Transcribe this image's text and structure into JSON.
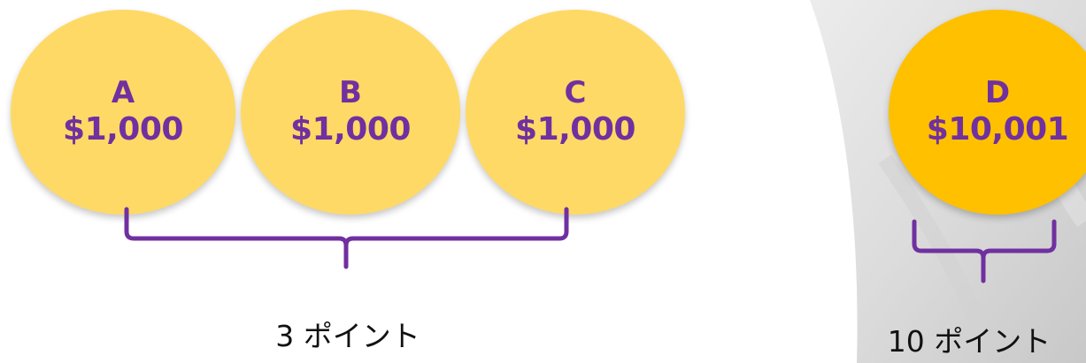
{
  "coins": [
    {
      "letter": "A",
      "amount": "$1,000"
    },
    {
      "letter": "B",
      "amount": "$1,000"
    },
    {
      "letter": "C",
      "amount": "$1,000"
    },
    {
      "letter": "D",
      "amount": "$10,001"
    }
  ],
  "groups": [
    {
      "points_label": "3 ポイント"
    },
    {
      "points_label": "10 ポイント"
    }
  ],
  "colors": {
    "coin_light": "#FFD966",
    "coin_dark": "#FFC000",
    "text_purple": "#7030A0",
    "bracket_purple": "#7030A0"
  }
}
